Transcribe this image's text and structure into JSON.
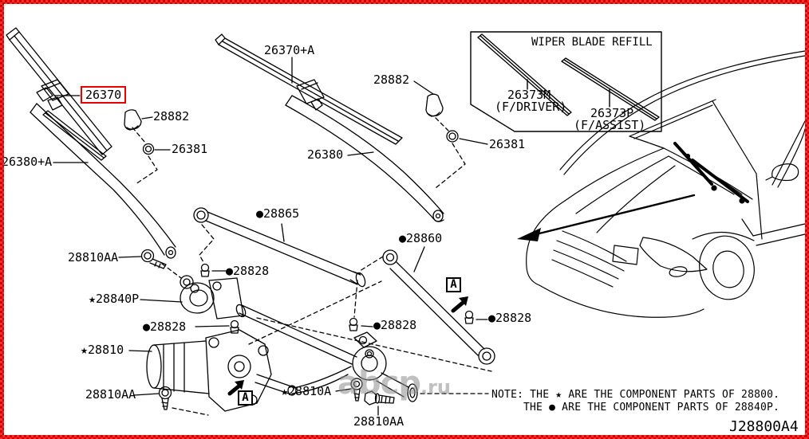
{
  "diagram": {
    "code": "J28800A4",
    "watermark": {
      "name": "abcp",
      "tld": ".ru"
    },
    "note": {
      "line1": "NOTE: THE ★ ARE THE COMPONENT PARTS OF 28800.",
      "line2": "THE ● ARE THE COMPONENT PARTS OF 28840P."
    },
    "refill_box": {
      "title": "WIPER BLADE REFILL",
      "items": [
        {
          "number": "26373M",
          "position": "(F/DRIVER)"
        },
        {
          "number": "26373P",
          "position": "(F/ASSIST)"
        }
      ]
    },
    "labels": {
      "l26370": "26370",
      "l26370a": "26370+A",
      "l26380": "26380",
      "l26380a": "26380+A",
      "l28882_1": "28882",
      "l28882_2": "28882",
      "l26381_1": "26381",
      "l26381_2": "26381",
      "l28865": "●28865",
      "l28860": "●28860",
      "l28828_a": "●28828",
      "l28828_b": "●28828",
      "l28828_c": "●28828",
      "l28828_d": "●28828",
      "l28840p": "★28840P",
      "l28810": "★28810",
      "l28810a": "★28810A",
      "l28810aa_1": "28810AA",
      "l28810aa_2": "28810AA",
      "l28810aa_3": "28810AA",
      "abox": "A"
    },
    "colors": {
      "highlight_box": "#e60000",
      "line": "#000000",
      "border_pattern_red": "#ff2b2b",
      "watermark_gray": "#8d8d8d"
    }
  }
}
